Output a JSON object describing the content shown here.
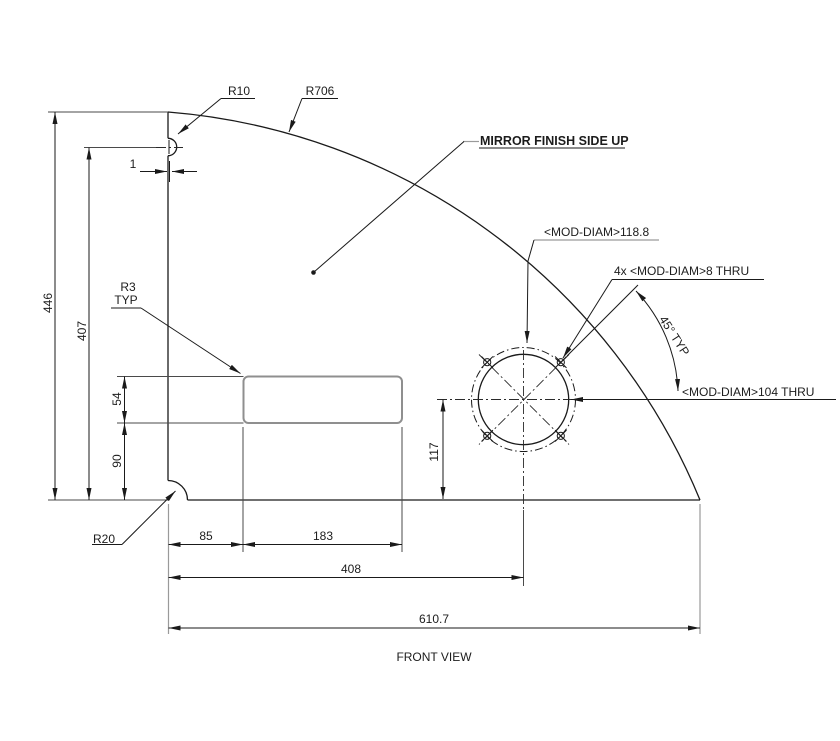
{
  "drawing": {
    "title": "FRONT VIEW",
    "finish_note": "MIRROR FINISH SIDE UP",
    "labels": {
      "r10": "R10",
      "r706": "R706",
      "r3": "R3",
      "r3_typ": "TYP",
      "r20": "R20",
      "bolt_circle_dia": "<MOD-DIAM>118.8",
      "hole_pattern": "4x <MOD-DIAM>8 THRU",
      "center_hole": "<MOD-DIAM>104 THRU",
      "angle_typ": "45° TYP"
    },
    "dimensions": {
      "height_total": "446",
      "height_notch": "407",
      "notch_offset": "1",
      "slot_height": "54",
      "slot_bottom": "90",
      "slot_left": "85",
      "slot_width": "183",
      "hole_x": "408",
      "width_total": "610.7",
      "hole_y": "117"
    }
  }
}
